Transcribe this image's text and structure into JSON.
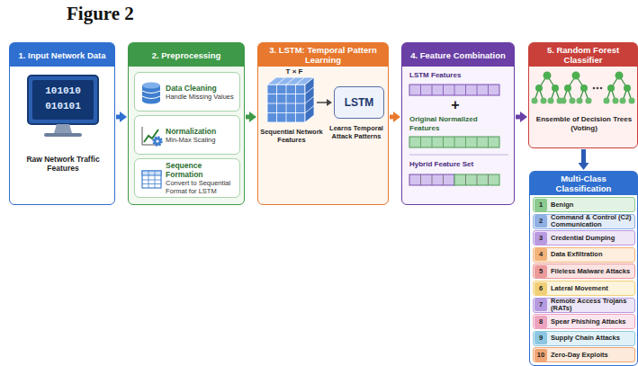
{
  "diagram": {
    "title": "Figure 2",
    "nodes": [
      {
        "text": [
          "1. Input Network Data",
          "Raw Network Traffic Features"
        ]
      },
      {
        "text": [
          "2. Preprocessing"
        ]
      },
      {
        "text": [
          "Data Cleaning",
          "Handle Missing Values"
        ],
        "in": 1
      },
      {
        "text": [
          "Normalization",
          "Min-Max Scaling"
        ],
        "in": 1
      },
      {
        "text": [
          "Sequence Formation",
          "Convert to Sequential Format for LSTM"
        ],
        "in": 1
      },
      {
        "text": [
          "3. LSTM: Temporal Pattern Learning",
          "T × F",
          "Sequential Network Features",
          "Learns Temporal Attack Patterns"
        ]
      },
      {
        "text": [
          "LSTM"
        ],
        "in": 5
      },
      {
        "text": [
          "4. Feature Combination",
          "LSTM Features",
          "+",
          "Original Normalized Features",
          "Hybrid Feature Set"
        ]
      },
      {
        "text": [
          "5. Random Forest Classifier",
          "Ensemble of Decision Trees (Voting)"
        ]
      },
      {
        "text": [
          "Multi-Class Classification"
        ]
      },
      {
        "text": [
          "1",
          "Benign"
        ],
        "in": 9
      },
      {
        "text": [
          "2",
          "Command & Control (C2) Communication"
        ],
        "in": 9
      },
      {
        "text": [
          "3",
          "Credential Dumping"
        ],
        "in": 9
      },
      {
        "text": [
          "4",
          "Data Exfiltration"
        ],
        "in": 9
      },
      {
        "text": [
          "5",
          "Fileless Malware Attacks"
        ],
        "in": 9
      },
      {
        "text": [
          "6",
          "Lateral Movement"
        ],
        "in": 9
      },
      {
        "text": [
          "7",
          "Remote Access Trojans (RATs)"
        ],
        "in": 9
      },
      {
        "text": [
          "8",
          "Spear Phishing Attacks"
        ],
        "in": 9
      },
      {
        "text": [
          "9",
          "Supply Chain Attacks"
        ],
        "in": 9
      },
      {
        "text": [
          "10",
          "Zero-Day Exploits"
        ],
        "in": 9
      }
    ],
    "edges": [
      {
        "from": 0,
        "to": 1,
        "arrow": "to"
      },
      {
        "from": 1,
        "to": 5,
        "arrow": "to"
      },
      {
        "from": 5,
        "to": 7,
        "arrow": "to"
      },
      {
        "from": 7,
        "to": 8,
        "arrow": "to"
      },
      {
        "from": 8,
        "to": 9,
        "arrow": "to"
      }
    ],
    "labels": [
      "101010",
      "010101"
    ]
  }
}
